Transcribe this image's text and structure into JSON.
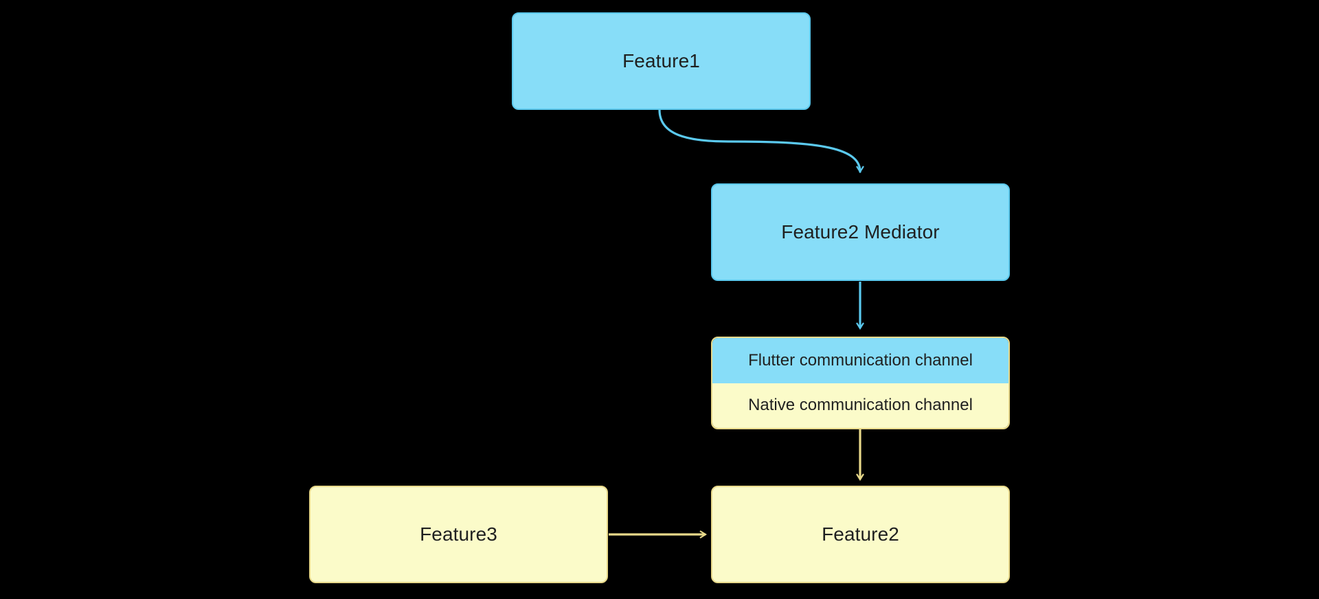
{
  "diagram": {
    "type": "flowchart",
    "background": "#000000",
    "colors": {
      "blue_fill": "#87DDF8",
      "blue_stroke": "#5BC9EE",
      "yellow_fill": "#FBFBC9",
      "yellow_stroke": "#E8D98A",
      "text": "#1f2020"
    },
    "nodes": [
      {
        "id": "feature1",
        "label": "Feature1",
        "style": "blue"
      },
      {
        "id": "feature2_mediator",
        "label": "Feature2 Mediator",
        "style": "blue"
      },
      {
        "id": "channel_flutter",
        "label": "Flutter communication channel",
        "style": "blue-band"
      },
      {
        "id": "channel_native",
        "label": "Native communication channel",
        "style": "yellow-band"
      },
      {
        "id": "feature3",
        "label": "Feature3",
        "style": "yellow"
      },
      {
        "id": "feature2",
        "label": "Feature2",
        "style": "yellow"
      }
    ],
    "edges": [
      {
        "from": "feature1",
        "to": "feature2_mediator",
        "style": "curved",
        "color": "#5BC9EE"
      },
      {
        "from": "feature2_mediator",
        "to": "channel_flutter",
        "style": "straight",
        "color": "#5BC9EE"
      },
      {
        "from": "channel_native",
        "to": "feature2",
        "style": "straight",
        "color": "#E8D98A"
      },
      {
        "from": "feature3",
        "to": "feature2",
        "style": "straight",
        "color": "#E8D98A"
      }
    ]
  }
}
